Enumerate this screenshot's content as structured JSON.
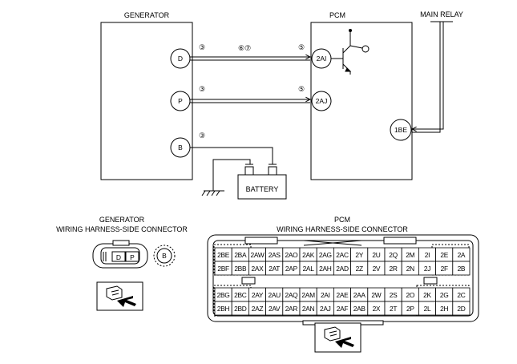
{
  "labels": {
    "generator": "GENERATOR",
    "pcm": "PCM",
    "main_relay": "MAIN RELAY",
    "battery": "BATTERY",
    "gen_conn_line1": "GENERATOR",
    "gen_conn_line2": "WIRING HARNESS-SIDE CONNECTOR",
    "pcm_conn_line1": "PCM",
    "pcm_conn_line2": "WIRING HARNESS-SIDE CONNECTOR"
  },
  "generator_pins": [
    "D",
    "P",
    "B"
  ],
  "pcm_pins": [
    "2AI",
    "2AJ",
    "1BE"
  ],
  "circled_numbers": {
    "gen_d": "③",
    "gen_p": "③",
    "gen_b": "③",
    "wire_mid": "⑥⑦",
    "pcm_2ai": "⑤",
    "pcm_2aj": "⑤"
  },
  "gen_connector_pins": [
    "D",
    "P",
    "B"
  ],
  "pcm_connector": {
    "rows": [
      [
        "2BE",
        "2BA",
        "2AW",
        "2AS",
        "2AO",
        "2AK",
        "2AG",
        "2AC",
        "2Y",
        "2U",
        "2Q",
        "2M",
        "2I",
        "2E",
        "2A"
      ],
      [
        "2BF",
        "2BB",
        "2AX",
        "2AT",
        "2AP",
        "2AL",
        "2AH",
        "2AD",
        "2Z",
        "2V",
        "2R",
        "2N",
        "2J",
        "2F",
        "2B"
      ],
      [
        "2BG",
        "2BC",
        "2AY",
        "2AU",
        "2AQ",
        "2AM",
        "2AI",
        "2AE",
        "2AA",
        "2W",
        "2S",
        "2O",
        "2K",
        "2G",
        "2C"
      ],
      [
        "2BH",
        "2BD",
        "2AZ",
        "2AV",
        "2AR",
        "2AN",
        "2AJ",
        "2AF",
        "2AB",
        "2X",
        "2T",
        "2P",
        "2L",
        "2H",
        "2D"
      ]
    ]
  }
}
